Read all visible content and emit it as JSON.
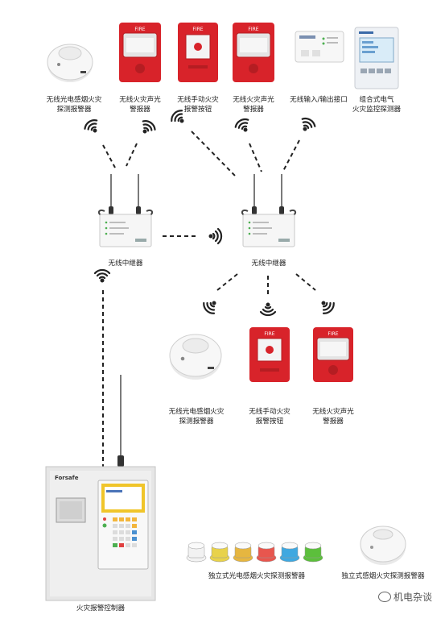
{
  "devices_top": {
    "smoke_detector": {
      "line1": "无线光电感烟火灾",
      "line2": "探测报警器"
    },
    "sounder_strobe": {
      "line1": "无线火灾声光",
      "line2": "警报器"
    },
    "manual_call_point": {
      "line1": "无线手动火灾",
      "line2": "报警按钮"
    },
    "sounder_strobe_2": {
      "line1": "无线火灾声光",
      "line2": "警报器"
    },
    "io_module": {
      "line1": "无线输入/输出接口"
    },
    "electrical_monitor": {
      "line1": "组合式电气",
      "line2": "火灾监控探测器"
    }
  },
  "repeaters": {
    "left_label": "无线中继器",
    "right_label": "无线中继器"
  },
  "devices_bottom": {
    "smoke_detector": {
      "line1": "无线光电感烟火灾",
      "line2": "探测报警器"
    },
    "manual_call_point": {
      "line1": "无线手动火灾",
      "line2": "报警按钮"
    },
    "sounder_strobe": {
      "line1": "无线火灾声光",
      "line2": "警报器"
    }
  },
  "control_panel": {
    "label": "火灾报警控制器",
    "brand": "Forsafe"
  },
  "standalone": {
    "colored_label": "独立式光电感烟火灾探测报警器",
    "white_label": "独立式感烟火灾探测报警器",
    "colors": [
      "#f2f2f2",
      "#e8d24a",
      "#e6b640",
      "#e8564e",
      "#3fa8e0",
      "#5cbf3c"
    ]
  },
  "fire_text": "FIRE",
  "watermark": "机电杂谈",
  "colors": {
    "red": "#d8232a",
    "dark_red": "#b51d22",
    "line": "#222222",
    "device_white": "#f4f4f4"
  }
}
